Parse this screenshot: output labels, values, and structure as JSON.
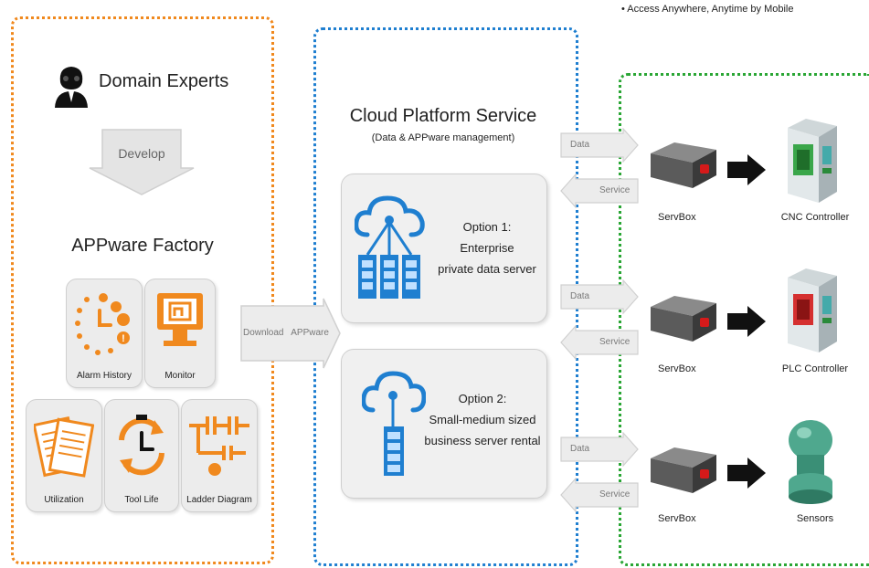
{
  "header_note": "• Access Anywhere, Anytime by Mobile",
  "left": {
    "title": "Domain Experts",
    "develop": "Develop",
    "factory_title": "APPware Factory",
    "apps": [
      "Alarm History",
      "Monitor",
      "Utilization",
      "Tool Life",
      "Ladder Diagram"
    ]
  },
  "download_arrow": "Download   APPware",
  "middle": {
    "title": "Cloud Platform Service",
    "subtitle": "(Data & APPware management)",
    "option1": {
      "line1": "Option 1:",
      "line2": "Enterprise",
      "line3": "private data server"
    },
    "option2": {
      "line1": "Option 2:",
      "line2": "Small-medium sized",
      "line3": "business server rental"
    }
  },
  "arrows": {
    "data": "Data",
    "service": "Service"
  },
  "right": {
    "servbox": "ServBox",
    "devices": [
      "CNC Controller",
      "PLC Controller",
      "Sensors"
    ]
  },
  "colors": {
    "orange": "#f0891e",
    "blue": "#1f7fd0",
    "green": "#2aa635"
  }
}
